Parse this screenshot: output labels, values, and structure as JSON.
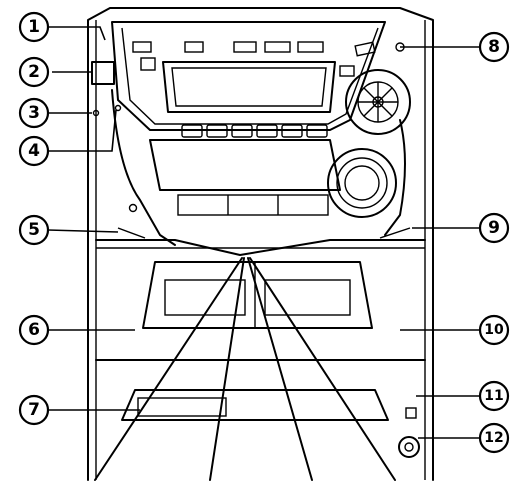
{
  "callouts": [
    {
      "id": "callout-1",
      "label": "1"
    },
    {
      "id": "callout-2",
      "label": "2"
    },
    {
      "id": "callout-3",
      "label": "3"
    },
    {
      "id": "callout-4",
      "label": "4"
    },
    {
      "id": "callout-5",
      "label": "5"
    },
    {
      "id": "callout-6",
      "label": "6"
    },
    {
      "id": "callout-7",
      "label": "7"
    },
    {
      "id": "callout-8",
      "label": "8"
    },
    {
      "id": "callout-9",
      "label": "9"
    },
    {
      "id": "callout-10",
      "label": "10"
    },
    {
      "id": "callout-11",
      "label": "11"
    },
    {
      "id": "callout-12",
      "label": "12"
    }
  ],
  "colors": {
    "line": "#000000",
    "background": "#ffffff"
  }
}
